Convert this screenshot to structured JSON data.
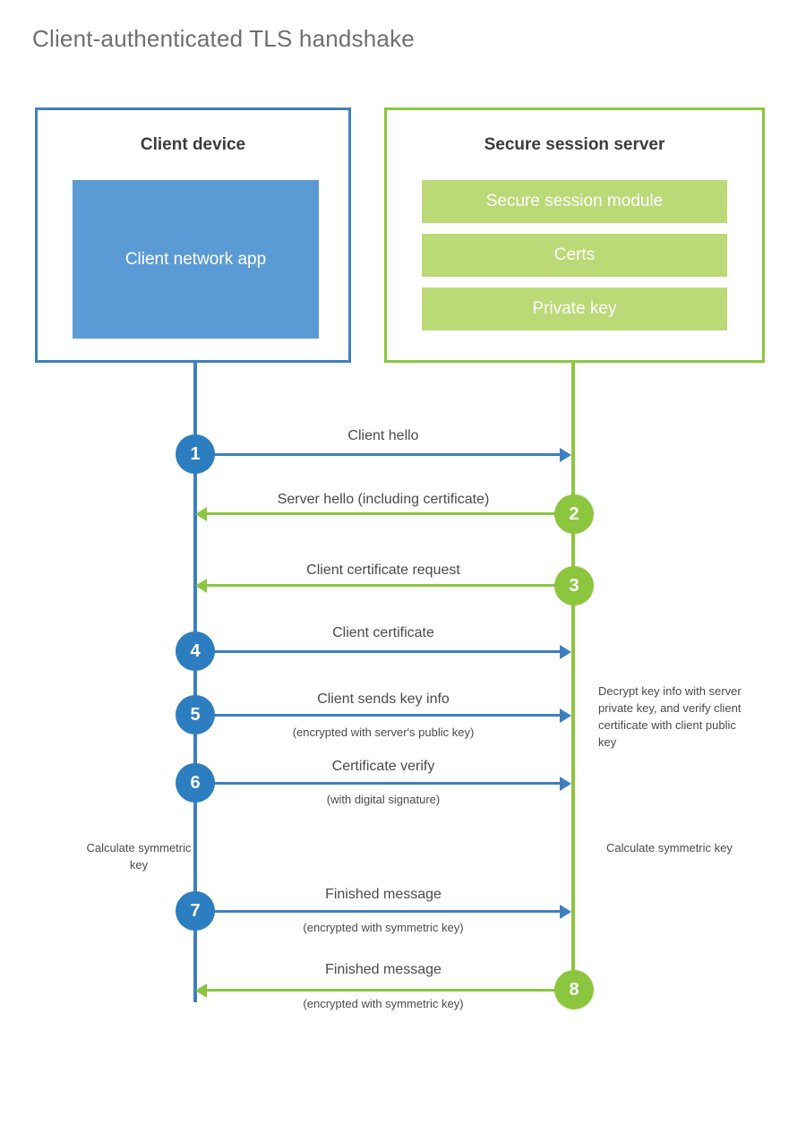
{
  "title": "Client-authenticated TLS handshake",
  "colors": {
    "blue_border": "#3f7ec0",
    "blue_badge": "#2d7dc1",
    "blue_app": "#5b9bd5",
    "green_border": "#8cc63f",
    "green_badge": "#8cc63f",
    "green_bar": "#bbd977",
    "text": "#4a4a4a",
    "title_text": "#6f6f6f"
  },
  "client": {
    "title": "Client device",
    "app_label": "Client network app"
  },
  "server": {
    "title": "Secure session server",
    "bars": [
      {
        "label": "Secure session module"
      },
      {
        "label": "Certs"
      },
      {
        "label": "Private key"
      }
    ]
  },
  "steps": [
    {
      "number": "1",
      "label": "Client hello",
      "sub": "",
      "direction": "client-to-server",
      "color": "blue"
    },
    {
      "number": "2",
      "label": "Server hello (including certificate)",
      "sub": "",
      "direction": "server-to-client",
      "color": "green"
    },
    {
      "number": "3",
      "label": "Client certificate request",
      "sub": "",
      "direction": "server-to-client",
      "color": "green"
    },
    {
      "number": "4",
      "label": "Client certificate",
      "sub": "",
      "direction": "client-to-server",
      "color": "blue"
    },
    {
      "number": "5",
      "label": "Client sends key info",
      "sub": "(encrypted with server's public key)",
      "direction": "client-to-server",
      "color": "blue"
    },
    {
      "number": "6",
      "label": "Certificate verify",
      "sub": "(with digital signature)",
      "direction": "client-to-server",
      "color": "blue"
    },
    {
      "number": "7",
      "label": "Finished message",
      "sub": "(encrypted with symmetric key)",
      "direction": "client-to-server",
      "color": "blue"
    },
    {
      "number": "8",
      "label": "Finished message",
      "sub": "(encrypted with symmetric key)",
      "direction": "server-to-client",
      "color": "green"
    }
  ],
  "notes": {
    "server_decrypt": "Decrypt key info with server private key, and verify client certificate with client public key",
    "client_calculate": "Calculate symmetric key",
    "server_calculate": "Calculate symmetric key"
  }
}
